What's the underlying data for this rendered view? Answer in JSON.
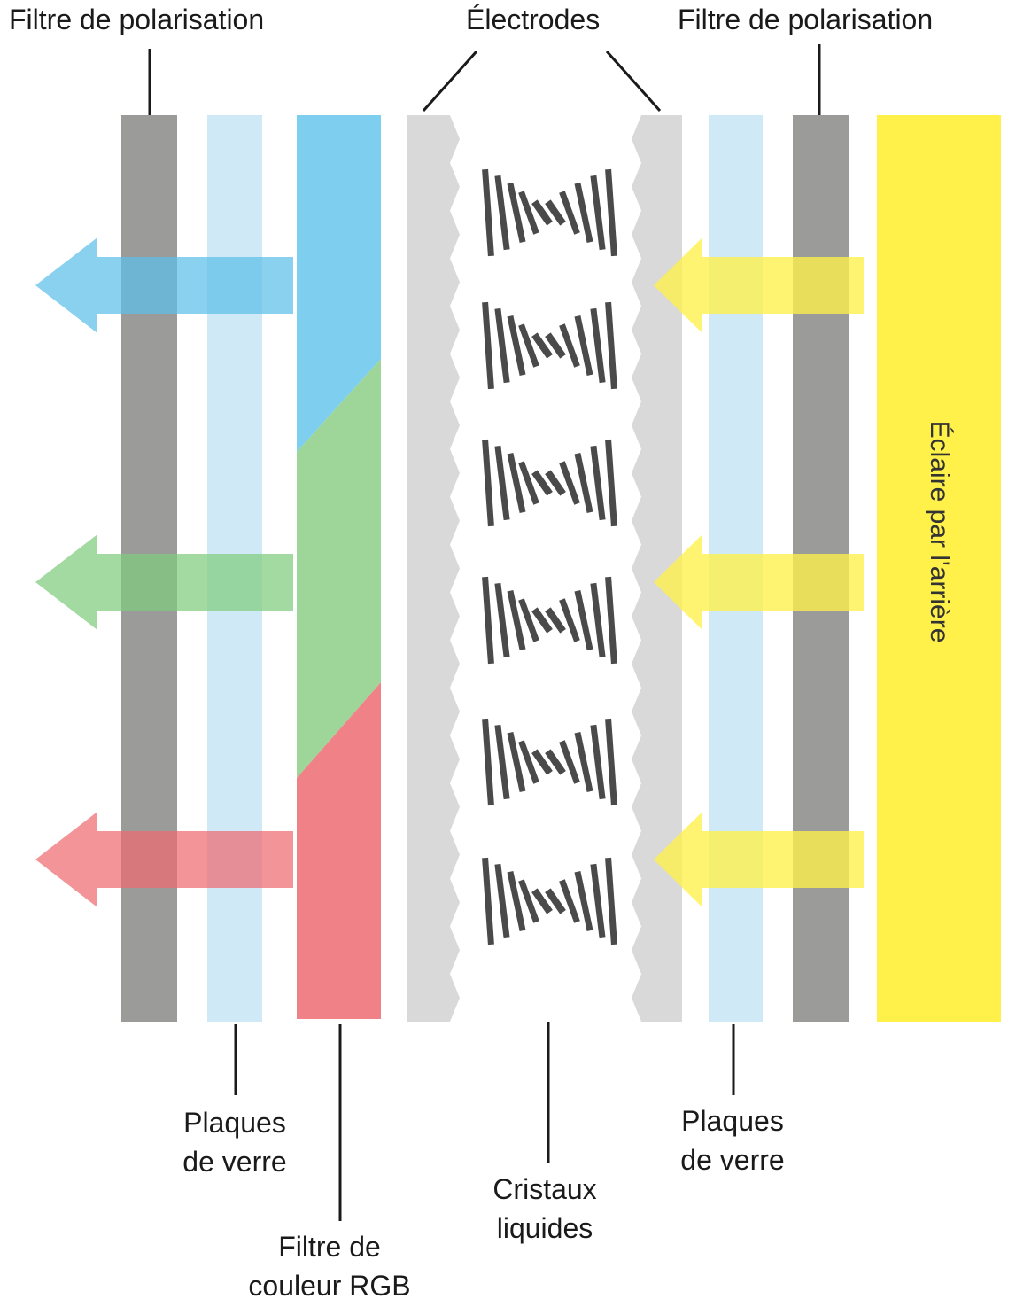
{
  "labels": {
    "polarizer_left": "Filtre de polarisation",
    "electrodes": "Électrodes",
    "polarizer_right": "Filtre de polarisation",
    "glass_left": [
      "Plaques",
      "de verre"
    ],
    "rgb_filter": [
      "Filtre de",
      "couleur RGB"
    ],
    "liquid_crystals": [
      "Cristaux",
      "liquides"
    ],
    "glass_right": [
      "Plaques",
      "de verre"
    ],
    "backlight": "Éclaire par l'arrière"
  },
  "colors": {
    "polarizer": "#9b9b9a",
    "glass": "#cfeaf6",
    "electrode": "#d9d9d9",
    "crystal": "#4a4a4a",
    "backlight": "#fff04a",
    "filter_blue": "#7ecfef",
    "filter_green": "#9ed69a",
    "filter_red": "#f08187",
    "leader_line": "#1a1a1a"
  },
  "light_paths": [
    {
      "name": "blue",
      "color": "#5bbfe9"
    },
    {
      "name": "green",
      "color": "#80cc7e"
    },
    {
      "name": "red",
      "color": "#ee6b71"
    }
  ],
  "crystal_groups": 6
}
